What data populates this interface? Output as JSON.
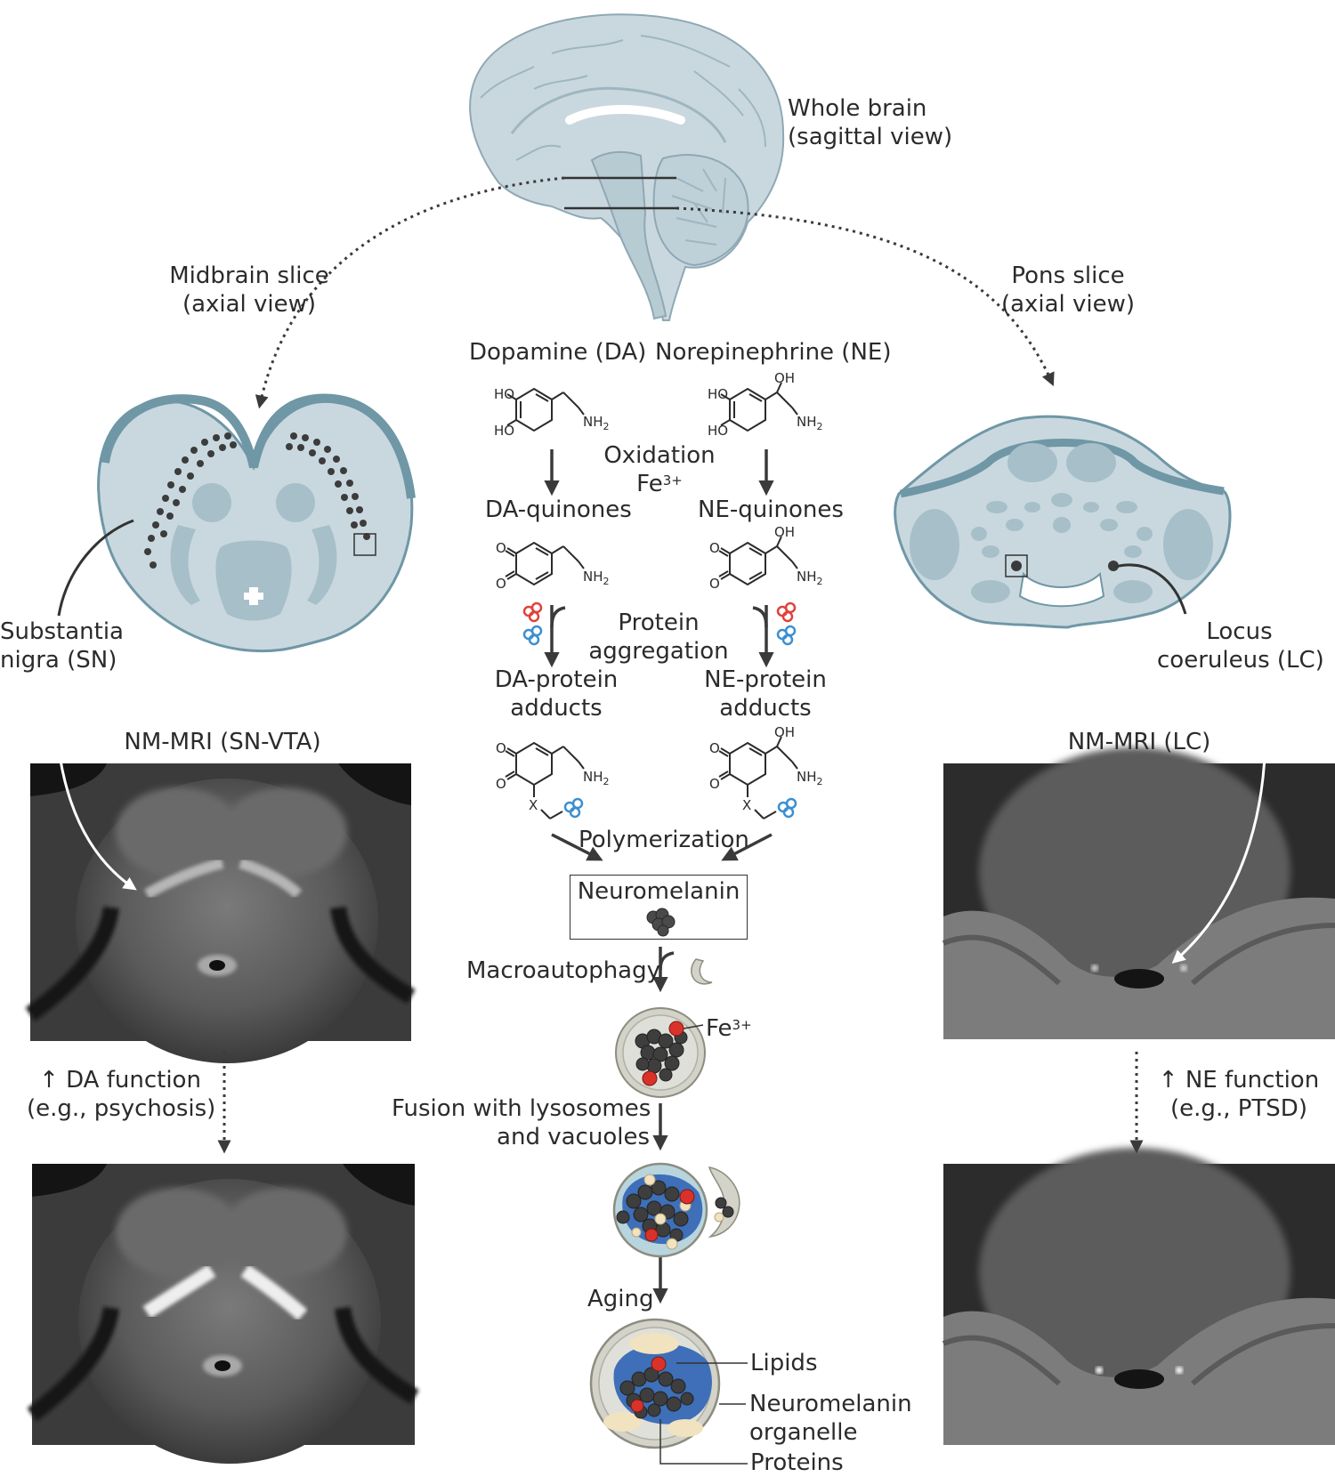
{
  "labels": {
    "whole_brain": [
      "Whole brain",
      "(sagittal view)"
    ],
    "midbrain_slice": [
      "Midbrain slice",
      "(axial view)"
    ],
    "pons_slice": [
      "Pons slice",
      "(axial view)"
    ],
    "substantia_nigra": [
      "Substantia",
      "nigra (SN)"
    ],
    "locus_coeruleus": [
      "Locus",
      "coeruleus (LC)"
    ],
    "nm_mri_sn": "NM-MRI (SN-VTA)",
    "nm_mri_lc": "NM-MRI (LC)",
    "da_function": [
      "↑ DA function",
      "(e.g., psychosis)"
    ],
    "ne_function": [
      "↑ NE function",
      "(e.g., PTSD)"
    ]
  },
  "pathway": {
    "dopamine": "Dopamine (DA)",
    "norepinephrine": "Norepinephrine (NE)",
    "oxidation": "Oxidation",
    "fe_base": "Fe",
    "fe_charge": "3+",
    "da_quinones": "DA-quinones",
    "ne_quinones": "NE-quinones",
    "protein_aggregation": [
      "Protein",
      "aggregation"
    ],
    "da_protein_adducts": [
      "DA-protein",
      "adducts"
    ],
    "ne_protein_adducts": [
      "NE-protein",
      "adducts"
    ],
    "polymerization": "Polymerization",
    "neuromelanin": "Neuromelanin",
    "macroautophagy": "Macroautophagy",
    "fusion": [
      "Fusion with lysosomes",
      "and vacuoles"
    ],
    "aging": "Aging",
    "lipids": "Lipids",
    "organelle": [
      "Neuromelanin",
      "organelle"
    ],
    "proteins": "Proteins"
  },
  "chem": {
    "ho": "HO",
    "oh": "OH",
    "nh": "NH",
    "nh_sub": "2",
    "o": "O",
    "x": "X"
  },
  "colors": {
    "brain_fill": "#c9d8df",
    "brain_outline": "#8fa8b4",
    "slice_fill": "#b7cbd3",
    "slice_rim": "#6f97a6",
    "nm_dark": "#2e2e2e",
    "fe_red": "#d9322a",
    "protein_red": "#e0423a",
    "protein_blue": "#3b8fd1",
    "lipid": "#f1e2c0",
    "organelle_blue": "#3e6fb8",
    "vesicle": "#d3d3c9"
  }
}
